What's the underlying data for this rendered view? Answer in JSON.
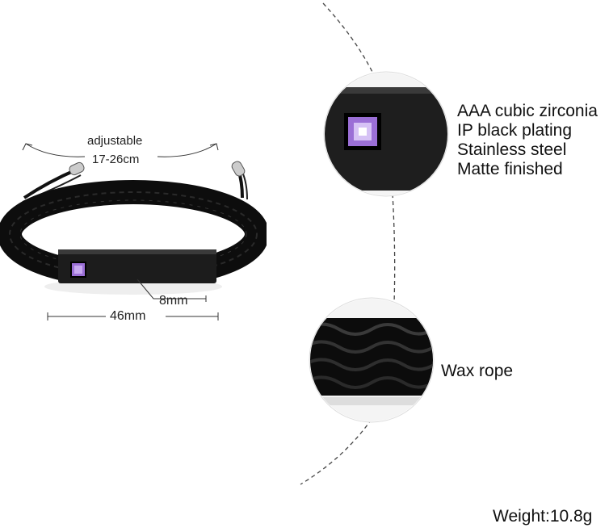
{
  "dimensions": {
    "adjustable_label": "adjustable",
    "range_label": "17-26cm",
    "height_label": "8mm",
    "width_label": "46mm"
  },
  "features": {
    "detail_1_lines": [
      "AAA cubic zirconia",
      "IP black plating",
      "Stainless steel",
      "Matte finished"
    ],
    "detail_2_label": "Wax rope"
  },
  "weight": "Weight:10.8g",
  "colors": {
    "stone": "#9b6fd6",
    "metal": "#1c1c1c",
    "rope": "#101010",
    "dashed_line": "#444444"
  }
}
